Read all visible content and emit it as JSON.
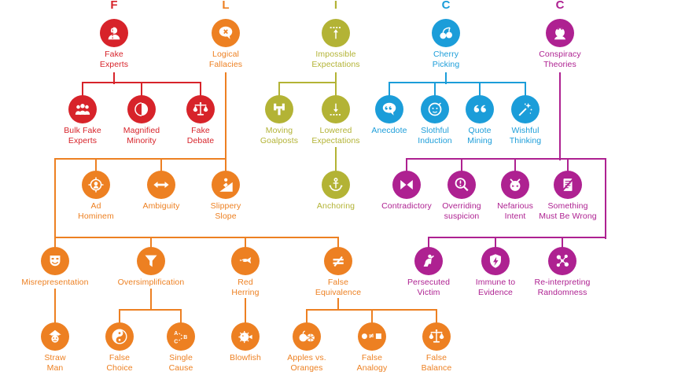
{
  "colors": {
    "red": "#d7232a",
    "orange": "#ed8022",
    "olive": "#b3b335",
    "blue": "#1b9dd9",
    "magenta": "#ae2191",
    "background": "#ffffff"
  },
  "branches": [
    {
      "letter": "F",
      "name": "Fake Experts",
      "color": "red"
    },
    {
      "letter": "L",
      "name": "Logical Fallacies",
      "color": "orange"
    },
    {
      "letter": "I",
      "name": "Impossible Expectations",
      "color": "olive"
    },
    {
      "letter": "C",
      "name": "Cherry Picking",
      "color": "blue"
    },
    {
      "letter": "C",
      "name": "Conspiracy Theories",
      "color": "magenta"
    }
  ],
  "nodes": [
    {
      "id": "fake-experts",
      "branch": "red",
      "letter": "F",
      "label": "Fake\nExperts",
      "icon": "person-crack",
      "parent": null
    },
    {
      "id": "logical-fallacies",
      "branch": "orange",
      "letter": "L",
      "label": "Logical\nFallacies",
      "icon": "speech-x",
      "parent": null
    },
    {
      "id": "impossible-expectations",
      "branch": "olive",
      "letter": "I",
      "label": "Impossible\nExpectations",
      "icon": "arrow-up-dashed",
      "parent": null
    },
    {
      "id": "cherry-picking",
      "branch": "blue",
      "letter": "C",
      "label": "Cherry\nPicking",
      "icon": "cherries",
      "parent": null
    },
    {
      "id": "conspiracy-theories",
      "branch": "magenta",
      "letter": "C",
      "label": "Conspiracy\nTheories",
      "icon": "conspiracy-head",
      "parent": null
    },
    {
      "id": "bulk-fake-experts",
      "branch": "red",
      "label": "Bulk Fake\nExperts",
      "icon": "people",
      "parent": "fake-experts"
    },
    {
      "id": "magnified-minority",
      "branch": "red",
      "label": "Magnified\nMinority",
      "icon": "half-face",
      "parent": "fake-experts"
    },
    {
      "id": "fake-debate",
      "branch": "red",
      "label": "Fake\nDebate",
      "icon": "scales",
      "parent": "fake-experts"
    },
    {
      "id": "moving-goalposts",
      "branch": "olive",
      "label": "Moving\nGoalposts",
      "icon": "goalpost",
      "parent": "impossible-expectations"
    },
    {
      "id": "lowered-expectations",
      "branch": "olive",
      "label": "Lowered\nExpectations",
      "icon": "arrow-down-dashed",
      "parent": "impossible-expectations"
    },
    {
      "id": "anecdote",
      "branch": "blue",
      "label": "Anecdote",
      "icon": "speech-quote",
      "parent": "cherry-picking"
    },
    {
      "id": "slothful-induction",
      "branch": "blue",
      "label": "Slothful\nInduction",
      "icon": "sloth",
      "parent": "cherry-picking"
    },
    {
      "id": "quote-mining",
      "branch": "blue",
      "label": "Quote\nMining",
      "icon": "quotes",
      "parent": "cherry-picking"
    },
    {
      "id": "wishful-thinking",
      "branch": "blue",
      "label": "Wishful\nThinking",
      "icon": "wand",
      "parent": "cherry-picking"
    },
    {
      "id": "ad-hominem",
      "branch": "orange",
      "label": "Ad\nHominem",
      "icon": "target-head",
      "parent": "logical-fallacies"
    },
    {
      "id": "ambiguity",
      "branch": "orange",
      "label": "Ambiguity",
      "icon": "arrow-lr",
      "parent": "logical-fallacies"
    },
    {
      "id": "slippery-slope",
      "branch": "orange",
      "label": "Slippery\nSlope",
      "icon": "slide",
      "parent": "logical-fallacies"
    },
    {
      "id": "anchoring",
      "branch": "olive",
      "label": "Anchoring",
      "icon": "anchor",
      "parent": "lowered-expectations"
    },
    {
      "id": "contradictory",
      "branch": "magenta",
      "label": "Contradictory",
      "icon": "opposing-arrows",
      "parent": "conspiracy-theories"
    },
    {
      "id": "overriding-suspicion",
      "branch": "magenta",
      "label": "Overriding\nsuspicion",
      "icon": "magnifier-alert",
      "parent": "conspiracy-theories"
    },
    {
      "id": "nefarious-intent",
      "branch": "magenta",
      "label": "Nefarious\nIntent",
      "icon": "devil",
      "parent": "conspiracy-theories"
    },
    {
      "id": "something-must-be-wrong",
      "branch": "magenta",
      "label": "Something\nMust Be Wrong",
      "icon": "crossed-document",
      "parent": "conspiracy-theories"
    },
    {
      "id": "misrepresentation",
      "branch": "orange",
      "label": "Misrepresentation",
      "icon": "mask",
      "parent": "logical-fallacies"
    },
    {
      "id": "oversimplification",
      "branch": "orange",
      "label": "Oversimplification",
      "icon": "funnel",
      "parent": "logical-fallacies"
    },
    {
      "id": "red-herring",
      "branch": "orange",
      "label": "Red\nHerring",
      "icon": "fish",
      "parent": "logical-fallacies"
    },
    {
      "id": "false-equivalence",
      "branch": "orange",
      "label": "False\nEquivalence",
      "icon": "not-equal",
      "parent": "logical-fallacies"
    },
    {
      "id": "persecuted-victim",
      "branch": "magenta",
      "label": "Persecuted\nVictim",
      "icon": "kneeling",
      "parent": "conspiracy-theories"
    },
    {
      "id": "immune-to-evidence",
      "branch": "magenta",
      "label": "Immune to\nEvidence",
      "icon": "shield-bolt",
      "parent": "conspiracy-theories"
    },
    {
      "id": "reinterpreting-randomness",
      "branch": "magenta",
      "label": "Re-interpreting\nRandomness",
      "icon": "molecule",
      "parent": "conspiracy-theories"
    },
    {
      "id": "straw-man",
      "branch": "orange",
      "label": "Straw\nMan",
      "icon": "scarecrow",
      "parent": "misrepresentation"
    },
    {
      "id": "false-choice",
      "branch": "orange",
      "label": "False\nChoice",
      "icon": "yin-yang",
      "parent": "oversimplification"
    },
    {
      "id": "single-cause",
      "branch": "orange",
      "label": "Single\nCause",
      "icon": "causal-diagram",
      "parent": "oversimplification"
    },
    {
      "id": "blowfish",
      "branch": "orange",
      "label": "Blowfish",
      "icon": "blowfish",
      "parent": "red-herring"
    },
    {
      "id": "apples-vs-oranges",
      "branch": "orange",
      "label": "Apples vs.\nOranges",
      "icon": "apple-orange",
      "parent": "false-equivalence"
    },
    {
      "id": "false-analogy",
      "branch": "orange",
      "label": "False\nAnalogy",
      "icon": "dot-neq-square",
      "parent": "false-equivalence"
    },
    {
      "id": "false-balance",
      "branch": "orange",
      "label": "False\nBalance",
      "icon": "scales",
      "parent": "false-equivalence"
    }
  ]
}
